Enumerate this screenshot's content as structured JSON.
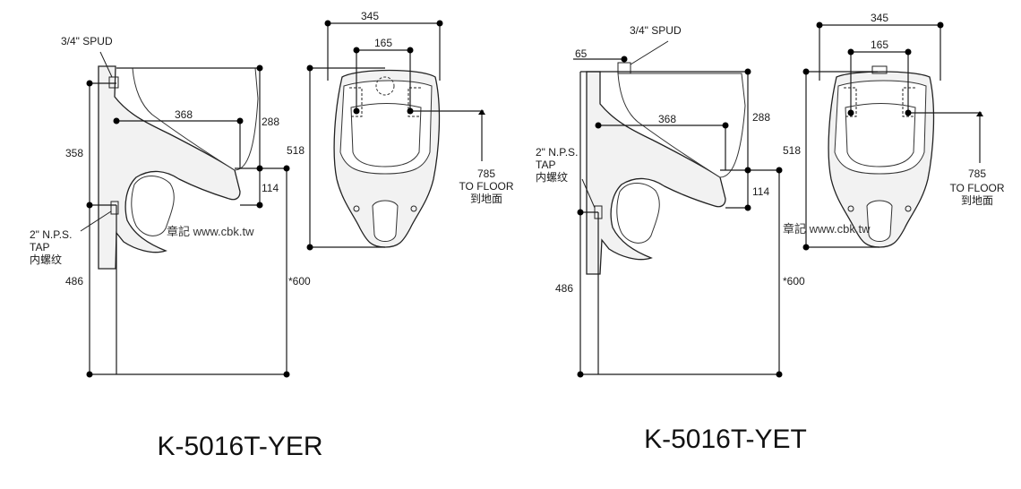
{
  "watermark": "章記 www.cbk.tw",
  "left": {
    "model": "K-5016T-YER",
    "spud": "3/4\" SPUD",
    "tap_line1": "2\" N.P.S.",
    "tap_line2": "TAP",
    "tap_line3": "内螺纹",
    "dim_345": "345",
    "dim_165": "165",
    "dim_368": "368",
    "dim_288": "288",
    "dim_358": "358",
    "dim_114": "114",
    "dim_518": "518",
    "dim_486": "486",
    "dim_600": "*600",
    "floor_num": "785",
    "floor_text": "TO FLOOR",
    "floor_cn": "到地面"
  },
  "right": {
    "model": "K-5016T-YET",
    "spud": "3/4\" SPUD",
    "tap_line1": "2\" N.P.S.",
    "tap_line2": "TAP",
    "tap_line3": "内螺纹",
    "dim_65": "65",
    "dim_345": "345",
    "dim_165": "165",
    "dim_368": "368",
    "dim_288": "288",
    "dim_114": "114",
    "dim_518": "518",
    "dim_486": "486",
    "dim_600": "*600",
    "floor_num": "785",
    "floor_text": "TO FLOOR",
    "floor_cn": "到地面"
  }
}
